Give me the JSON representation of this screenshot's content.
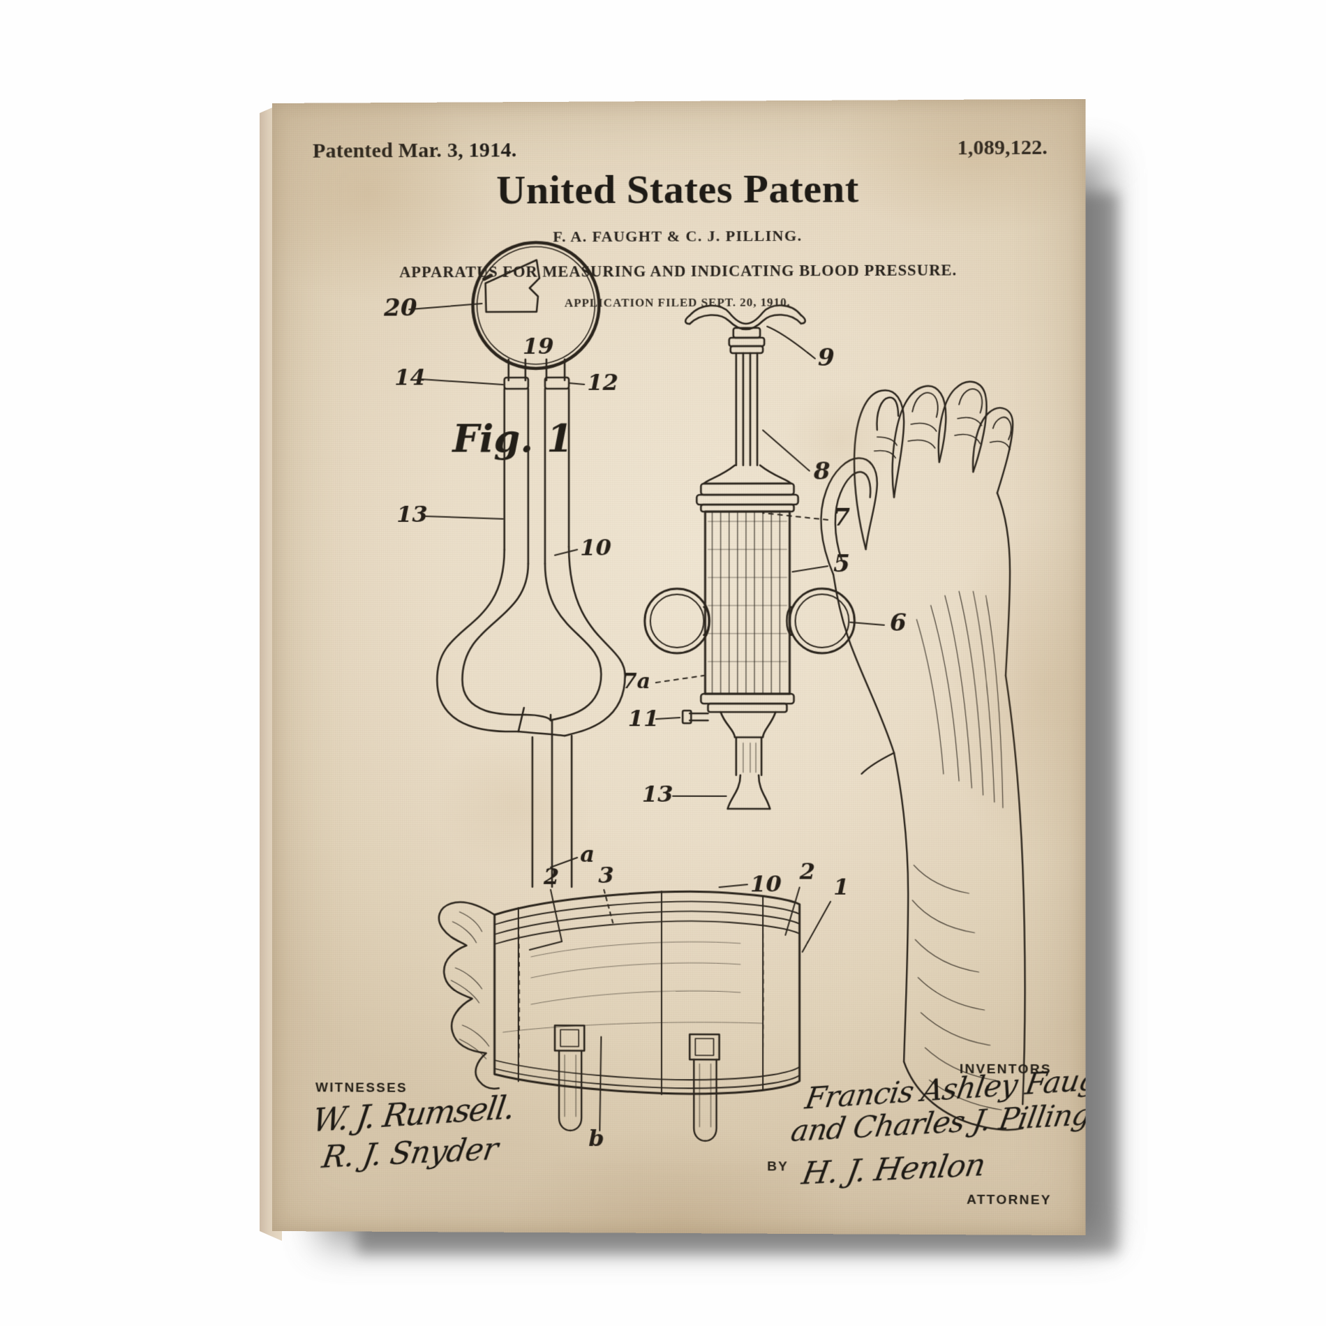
{
  "artwork": {
    "kind": "vintage-patent-canvas-print",
    "paper_color": "#ece0cb",
    "ink_color": "#25211c"
  },
  "header": {
    "patent_date": "Patented Mar. 3, 1914.",
    "patent_number": "1,089,122.",
    "office_title": "United States Patent",
    "inventors_line": "F. A. FAUGHT & C. J. PILLING.",
    "invention_title": "APPARATUS FOR MEASURING AND INDICATING BLOOD PRESSURE.",
    "application_line": "APPLICATION FILED SEPT. 20, 1910."
  },
  "figure": {
    "label": "Fig. 1",
    "callouts": [
      {
        "id": "c20",
        "text": "20"
      },
      {
        "id": "c19",
        "text": "19"
      },
      {
        "id": "c14",
        "text": "14"
      },
      {
        "id": "c12",
        "text": "12"
      },
      {
        "id": "c13a",
        "text": "13"
      },
      {
        "id": "c10a",
        "text": "10"
      },
      {
        "id": "c9",
        "text": "9"
      },
      {
        "id": "c8",
        "text": "8"
      },
      {
        "id": "c7",
        "text": "7"
      },
      {
        "id": "c5",
        "text": "5"
      },
      {
        "id": "c6",
        "text": "6"
      },
      {
        "id": "c7a",
        "text": "7a"
      },
      {
        "id": "c11",
        "text": "11"
      },
      {
        "id": "c13b",
        "text": "13"
      },
      {
        "id": "ca",
        "text": "a"
      },
      {
        "id": "c2left",
        "text": "2"
      },
      {
        "id": "c3",
        "text": "3"
      },
      {
        "id": "c10b",
        "text": "10"
      },
      {
        "id": "c2right",
        "text": "2"
      },
      {
        "id": "c1",
        "text": "1"
      },
      {
        "id": "cb",
        "text": "b"
      }
    ]
  },
  "footer": {
    "witnesses_label": "WITNESSES",
    "inventors_label": "INVENTORS",
    "by_label": "BY",
    "attorney_label": "ATTORNEY",
    "witness_signature_1": "W. J. Rumsell.",
    "witness_signature_2": "R. J. Snyder",
    "inventor_signature_1": "Francis Ashley Faught-",
    "inventor_signature_2": "and Charles J. Pilling",
    "attorney_signature": "H. J. Henlon"
  }
}
